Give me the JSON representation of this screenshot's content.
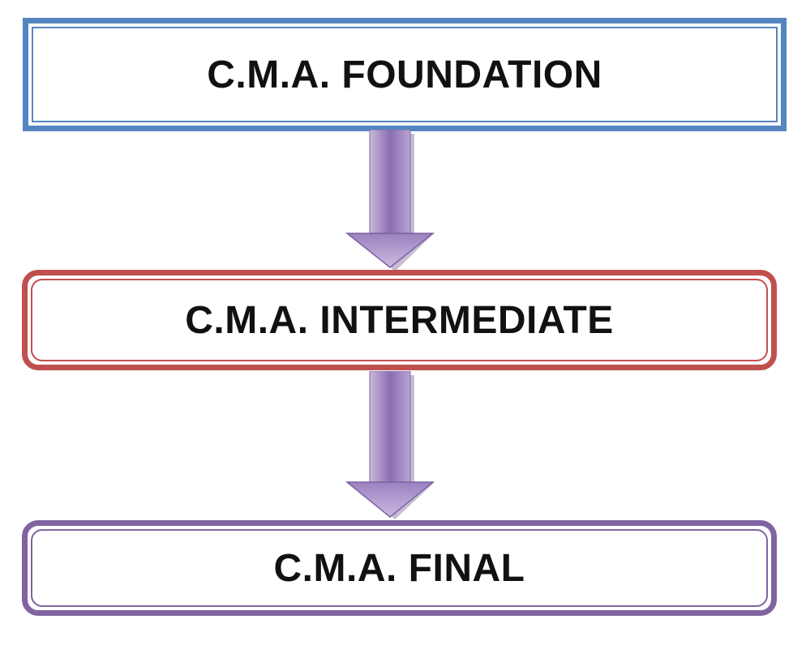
{
  "diagram": {
    "stages": [
      {
        "label": "C.M.A. FOUNDATION",
        "border_color": "#5585c0"
      },
      {
        "label": "C.M.A. INTERMEDIATE",
        "border_color": "#c0504d"
      },
      {
        "label": "C.M.A. FINAL",
        "border_color": "#8064a2"
      }
    ],
    "arrow_color": "#8064a2",
    "arrow_direction": "down"
  }
}
